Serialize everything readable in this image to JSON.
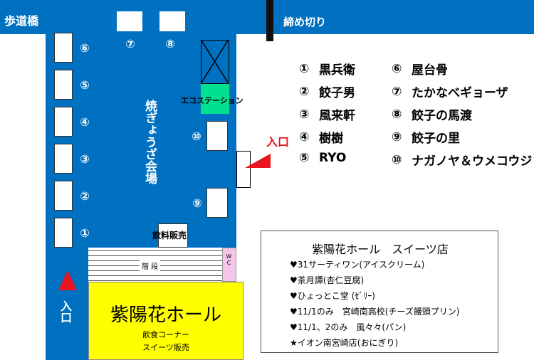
{
  "labels": {
    "footbridge": "歩道橋",
    "closed": "締め切り",
    "venue": "焼ぎょうざ会場",
    "eco_station": "エコステーション",
    "drink_sales": "飲料販売",
    "entrance_right": "入口",
    "entrance_left": "入口",
    "stairs": "階 段",
    "wc": "WC"
  },
  "booth_numbers": {
    "b1": "①",
    "b2": "②",
    "b3": "③",
    "b4": "④",
    "b5": "⑤",
    "b6": "⑥",
    "b7": "⑦",
    "b8": "⑧",
    "b9": "⑨",
    "b10": "⑩"
  },
  "shops": [
    {
      "num": "①",
      "name": "黒兵衛"
    },
    {
      "num": "②",
      "name": "餃子男"
    },
    {
      "num": "③",
      "name": "風来軒"
    },
    {
      "num": "④",
      "name": "樹樹"
    },
    {
      "num": "⑤",
      "name": "RYO"
    },
    {
      "num": "⑥",
      "name": "屋台骨"
    },
    {
      "num": "⑦",
      "name": "たかなべギョーザ"
    },
    {
      "num": "⑧",
      "name": "餃子の馬渡"
    },
    {
      "num": "⑨",
      "name": "餃子の里"
    },
    {
      "num": "⑩",
      "name": "ナガノヤ＆ウメコウジ"
    }
  ],
  "hall": {
    "name": "紫陽花ホール",
    "line1": "飲食コーナー",
    "line2": "スイーツ販売"
  },
  "sweets": {
    "title": "紫陽花ホール　スイーツ店",
    "items": [
      {
        "mark": "♥",
        "text": "31サーティワン(アイスクリーム)"
      },
      {
        "mark": "♥",
        "text": "茶月譚(杏仁豆腐)"
      },
      {
        "mark": "♥",
        "text": "ひょっとこ堂 (ｾﾞﾘｰ)"
      },
      {
        "mark": "♥",
        "text": "11/1のみ　宮崎南高校(チーズ饅頭プリン)"
      },
      {
        "mark": "♥",
        "text": "11/1、2のみ　風々々(パン)"
      },
      {
        "mark": "★",
        "text": "イオン南宮崎店(おにぎり)"
      }
    ]
  },
  "colors": {
    "venue_blue": "#0070c0",
    "eco_green": "#00e090",
    "hall_yellow": "#ffff00",
    "wc_pink": "#f5c6e8",
    "entrance_red": "#e8141e"
  }
}
